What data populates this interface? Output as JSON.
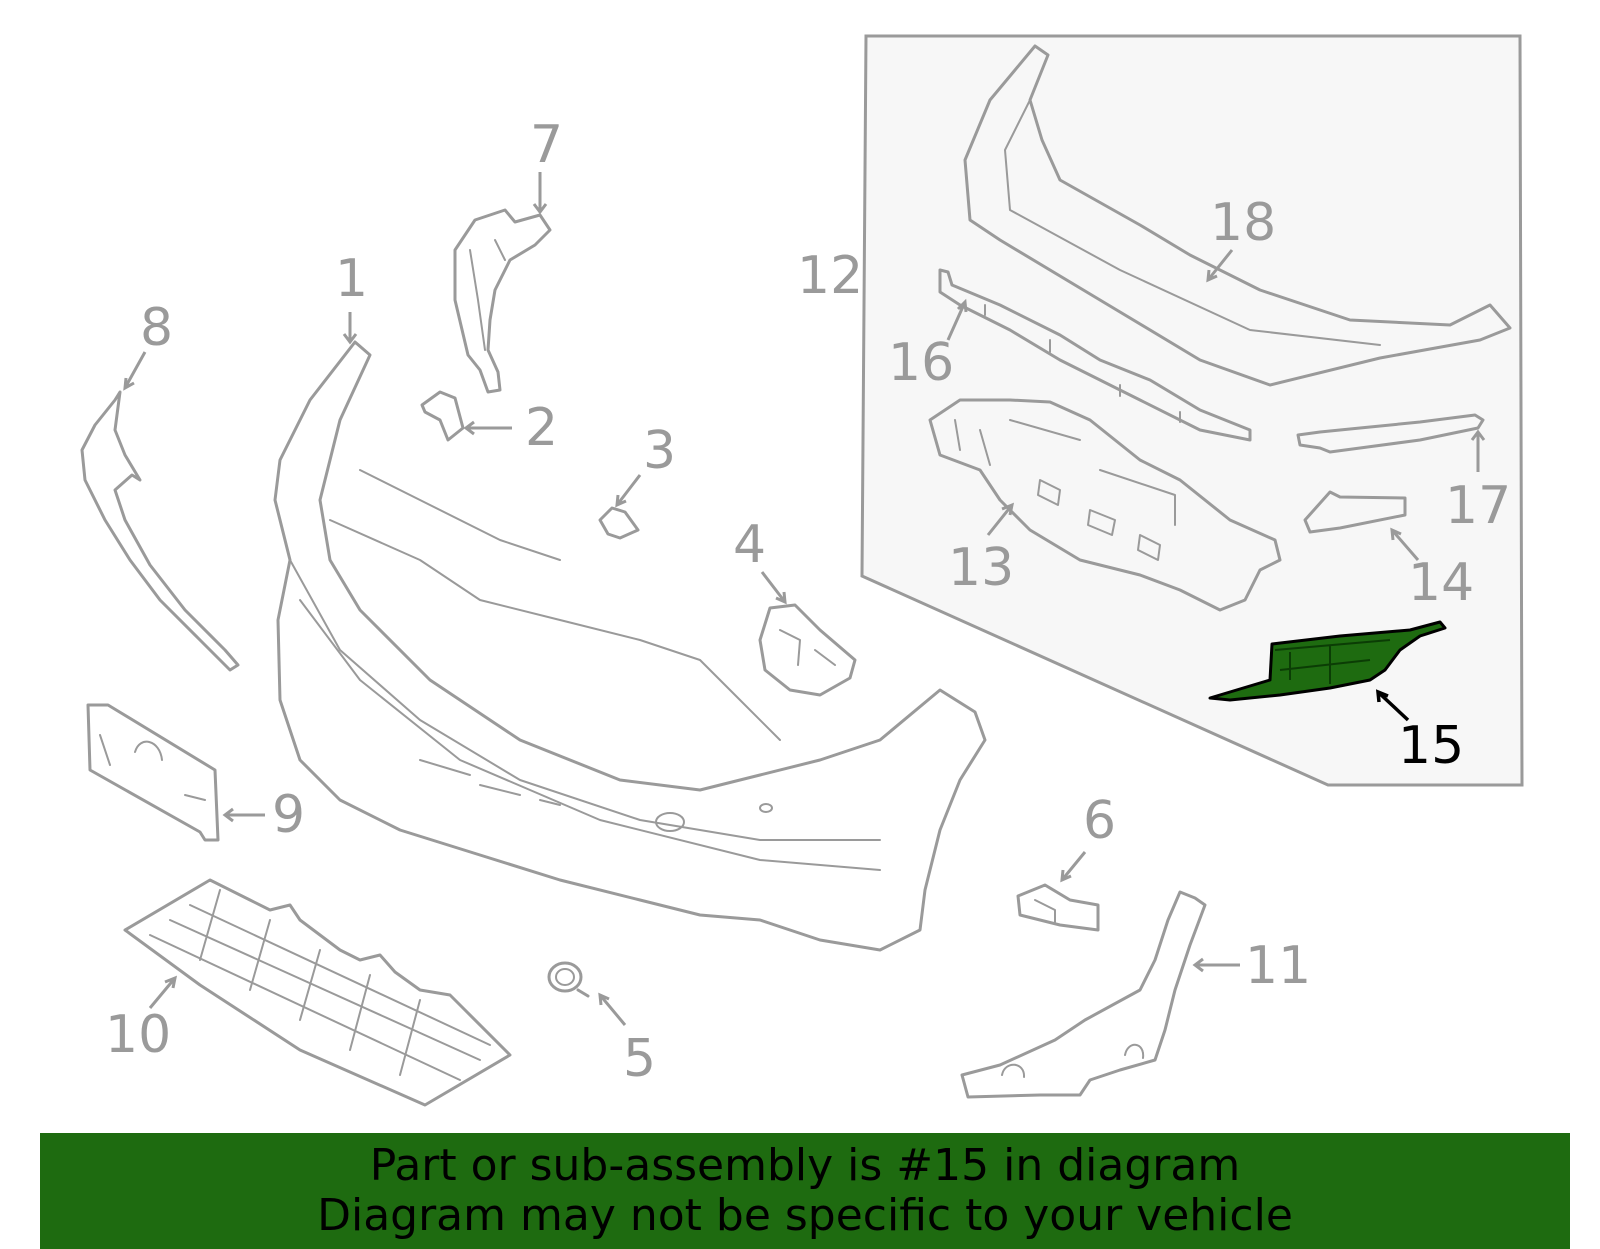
{
  "callouts": {
    "c1": "1",
    "c2": "2",
    "c3": "3",
    "c4": "4",
    "c5": "5",
    "c6": "6",
    "c7": "7",
    "c8": "8",
    "c9": "9",
    "c10": "10",
    "c11": "11",
    "c12": "12",
    "c13": "13",
    "c14": "14",
    "c15": "15",
    "c16": "16",
    "c17": "17",
    "c18": "18"
  },
  "highlighted_part": "15",
  "colors": {
    "highlight": "#1e6b10",
    "line_art": "#9a9a9a",
    "inset_background": "#f7f7f7"
  },
  "banner": {
    "line1": "Part or sub-assembly is #15 in diagram",
    "line2": "Diagram may not be specific to your vehicle"
  }
}
